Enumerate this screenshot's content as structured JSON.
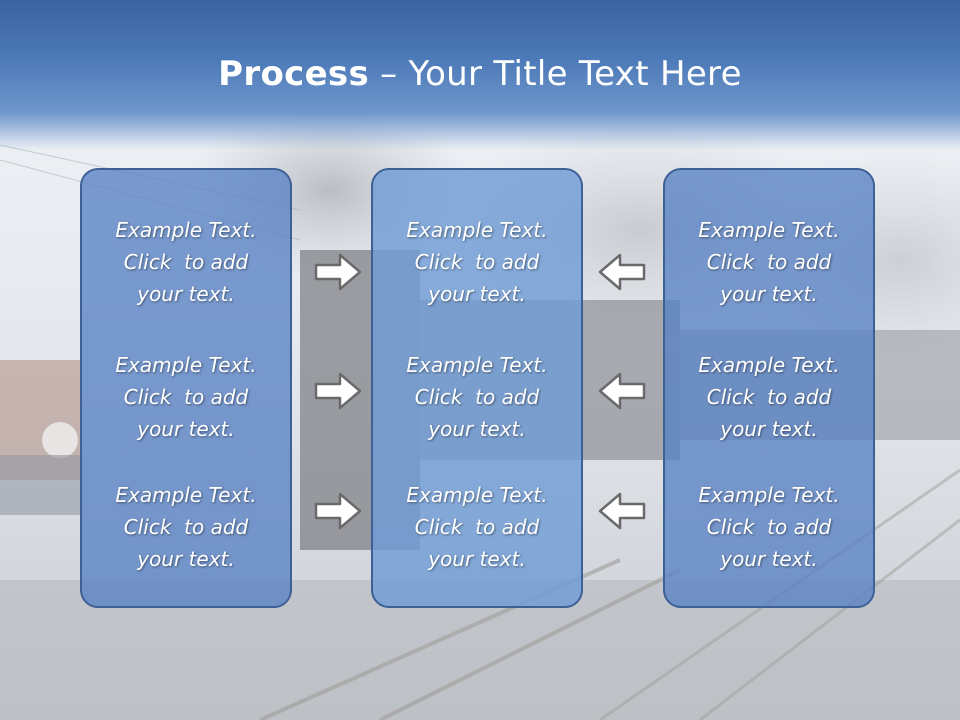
{
  "title": {
    "bold": "Process",
    "rest": " – Your Title Text Here"
  },
  "panels": [
    {
      "items": [
        {
          "l1": "Example Text.",
          "l2": "Click  to add",
          "l3": "your text."
        },
        {
          "l1": "Example Text.",
          "l2": "Click  to add",
          "l3": "your text."
        },
        {
          "l1": "Example Text.",
          "l2": "Click  to add",
          "l3": "your text."
        }
      ]
    },
    {
      "items": [
        {
          "l1": "Example Text.",
          "l2": "Click  to add",
          "l3": "your text."
        },
        {
          "l1": "Example Text.",
          "l2": "Click  to add",
          "l3": "your text."
        },
        {
          "l1": "Example Text.",
          "l2": "Click  to add",
          "l3": "your text."
        }
      ]
    },
    {
      "items": [
        {
          "l1": "Example Text.",
          "l2": "Click  to add",
          "l3": "your text."
        },
        {
          "l1": "Example Text.",
          "l2": "Click  to add",
          "l3": "your text."
        },
        {
          "l1": "Example Text.",
          "l2": "Click  to add",
          "l3": "your text."
        }
      ]
    }
  ],
  "arrows": {
    "left_group": "arrow-right-icon",
    "right_group": "arrow-left-icon"
  },
  "colors": {
    "header": "#4d7ab8",
    "panel": "#5882c4",
    "panel_center": "#709cd6",
    "panel_border": "#3d6196",
    "arrow_fill": "#ffffff",
    "arrow_stroke": "#6a6a6a"
  }
}
